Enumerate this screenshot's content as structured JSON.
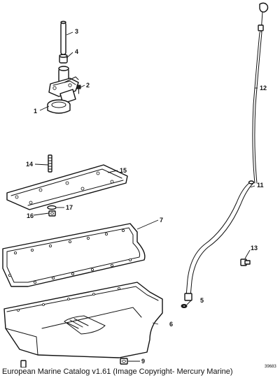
{
  "caption": "European Marine Catalog v1.61 (Image Copyright- Mercury Marine)",
  "doc_number": "39683",
  "callouts": [
    {
      "num": "1"
    },
    {
      "num": "2"
    },
    {
      "num": "3"
    },
    {
      "num": "4"
    },
    {
      "num": "5"
    },
    {
      "num": "6"
    },
    {
      "num": "7"
    },
    {
      "num": "9"
    },
    {
      "num": "11"
    },
    {
      "num": "12"
    },
    {
      "num": "13"
    },
    {
      "num": "14"
    },
    {
      "num": "15"
    },
    {
      "num": "16"
    },
    {
      "num": "17"
    }
  ]
}
